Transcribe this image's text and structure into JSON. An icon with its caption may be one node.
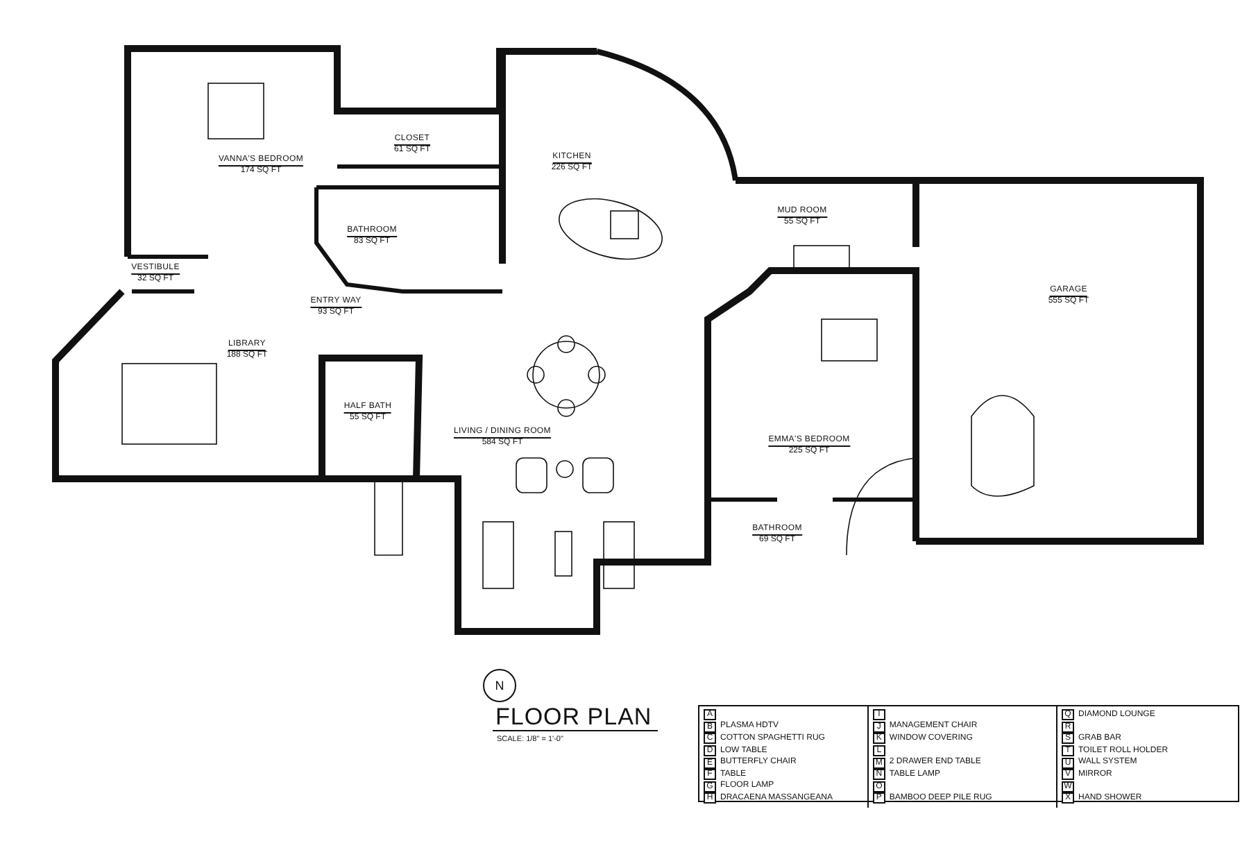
{
  "diagram": {
    "title": "FLOOR PLAN",
    "nodes": [
      {
        "text": [
          "N"
        ]
      },
      {
        "text": [],
        "shape": "box"
      },
      {
        "text": [
          "A"
        ],
        "in": 1
      },
      {
        "text": [
          "B"
        ],
        "in": 1,
        "beside": [
          "PLASMA HDTV"
        ]
      },
      {
        "text": [
          "C"
        ],
        "in": 1,
        "beside": [
          "COTTON SPAGHETTI RUG"
        ]
      },
      {
        "text": [
          "D"
        ],
        "in": 1,
        "beside": [
          "LOW TABLE"
        ]
      },
      {
        "text": [
          "E"
        ],
        "in": 1,
        "beside": [
          "BUTTERFLY CHAIR"
        ]
      },
      {
        "text": [
          "F"
        ],
        "in": 1,
        "beside": [
          "TABLE"
        ]
      },
      {
        "text": [
          "G"
        ],
        "in": 1,
        "beside": [
          "FLOOR LAMP"
        ]
      },
      {
        "text": [
          "H"
        ],
        "in": 1,
        "beside": [
          "DRACAENA MASSANGEANA"
        ]
      },
      {
        "text": [
          "I"
        ],
        "in": 1
      },
      {
        "text": [
          "J"
        ],
        "in": 1,
        "beside": [
          "MANAGEMENT CHAIR"
        ]
      },
      {
        "text": [
          "K"
        ],
        "in": 1,
        "beside": [
          "WINDOW COVERING"
        ]
      },
      {
        "text": [
          "L"
        ],
        "in": 1
      },
      {
        "text": [
          "M"
        ],
        "in": 1,
        "beside": [
          "2 DRAWER END TABLE"
        ]
      },
      {
        "text": [
          "N"
        ],
        "in": 1,
        "beside": [
          "TABLE LAMP"
        ]
      },
      {
        "text": [
          "O"
        ],
        "in": 1
      },
      {
        "text": [
          "P"
        ],
        "in": 1,
        "beside": [
          "BAMBOO DEEP PILE RUG"
        ]
      },
      {
        "text": [
          "Q"
        ],
        "in": 1,
        "beside": [
          "DIAMOND LOUNGE"
        ]
      },
      {
        "text": [
          "R"
        ],
        "in": 1
      },
      {
        "text": [
          "S"
        ],
        "in": 1,
        "beside": [
          "GRAB BAR"
        ]
      },
      {
        "text": [
          "T"
        ],
        "in": 1,
        "beside": [
          "TOILET ROLL HOLDER"
        ]
      },
      {
        "text": [
          "U"
        ],
        "in": 1,
        "beside": [
          "WALL SYSTEM"
        ]
      },
      {
        "text": [
          "V"
        ],
        "in": 1,
        "beside": [
          "MIRROR"
        ]
      },
      {
        "text": [
          "W"
        ],
        "in": 1
      },
      {
        "text": [
          "X"
        ],
        "in": 1,
        "beside": [
          "HAND SHOWER"
        ]
      }
    ],
    "labels": [
      "VANNA'S BEDROOM",
      "174 SQ FT",
      "CLOSET",
      "61 SQ FT",
      "KITCHEN",
      "226 SQ FT",
      "BATHROOM",
      "83 SQ FT",
      "VESTIBULE",
      "32 SQ FT",
      "MUD ROOM",
      "55 SQ FT",
      "GARAGE",
      "555 SQ FT",
      "ENTRY WAY",
      "93 SQ FT",
      "LIBRARY",
      "188 SQ FT",
      "HALF BATH",
      "55 SQ FT",
      "LIVING / DINING ROOM",
      "584 SQ FT",
      "EMMA'S BEDROOM",
      "225 SQ FT",
      "BATHROOM",
      "69 SQ FT",
      "SCALE: 1/8\" = 1'-0\""
    ]
  }
}
